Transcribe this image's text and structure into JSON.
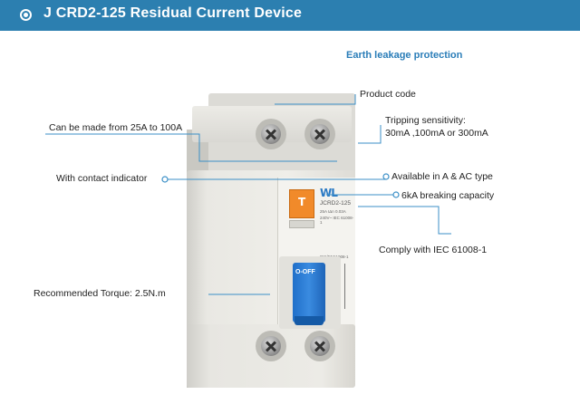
{
  "header": {
    "title": "J CRD2-125 Residual Current Device"
  },
  "subtitle": "Earth leakage protection",
  "device": {
    "logo": "WL",
    "model": "JCRD2-125",
    "indicator_mark": "T",
    "lever_label": "O-OFF",
    "spec_lines": [
      "25A   IΔn 0.03A",
      "240V~  IEC 61008-1",
      "IEC/EN61008-1"
    ]
  },
  "callouts": {
    "product_code": "Product code",
    "tripping_title": "Tripping sensitivity:",
    "tripping_values": "30mA ,100mA or 300mA",
    "made_from": "Can be made from  25A to 100A",
    "contact_indicator": "With contact indicator",
    "available_types": "Available in A & AC type",
    "breaking_capacity": "6kA breaking capacity",
    "comply": "Comply with IEC 61008-1",
    "torque": "Recommended  Torque: 2.5N.m"
  },
  "colors": {
    "header_bar": "#2c7fb0",
    "subtitle": "#2a7db8",
    "leader_line": "#3b8fc7",
    "indicator": "#f18a2a",
    "lever": "#2a7dd6"
  }
}
